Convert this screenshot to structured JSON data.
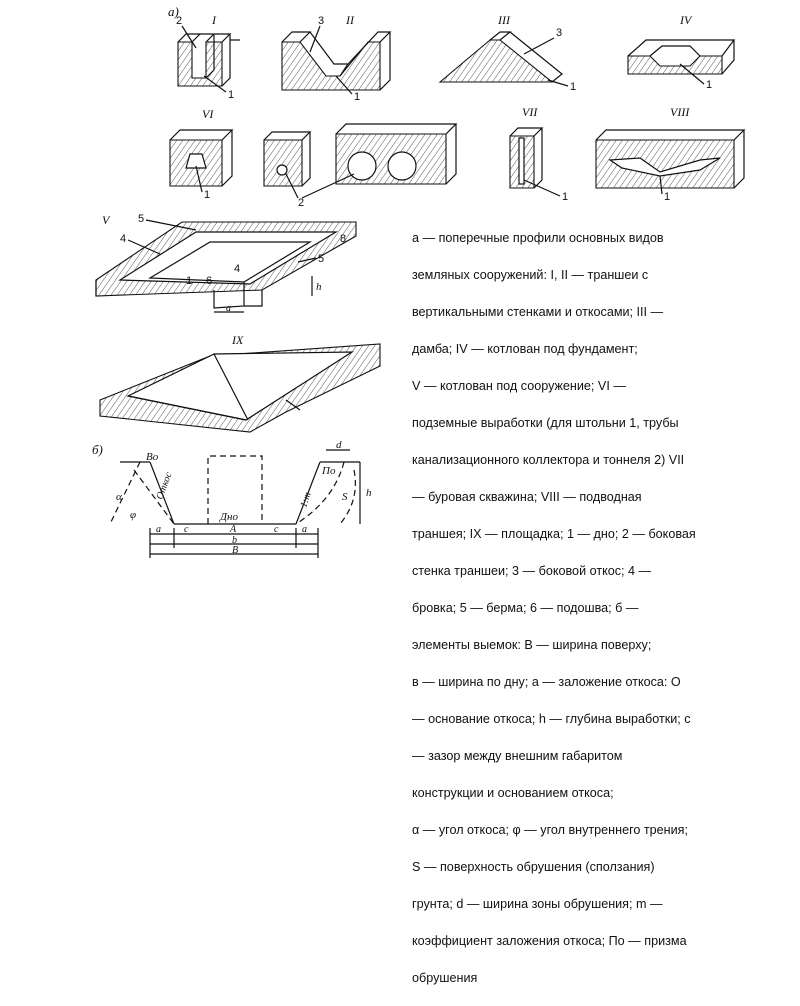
{
  "labels": {
    "section_a": "а)",
    "section_b": "б)",
    "roman": {
      "I": "I",
      "II": "II",
      "III": "III",
      "IV": "IV",
      "V": "V",
      "VI": "VI",
      "VII": "VII",
      "VIII": "VIII",
      "IX": "IX"
    },
    "numbers": {
      "n1": "1",
      "n2": "2",
      "n3": "3",
      "n4": "4",
      "n5": "5",
      "n6": "6",
      "n8": "8"
    },
    "letters": {
      "h": "h",
      "a": "a",
      "c": "c",
      "A": "A",
      "b": "b",
      "B": "B",
      "d": "d",
      "S": "S",
      "alpha": "α",
      "phi": "φ",
      "Bo": "Bо",
      "Po": "По",
      "dno": "Дно",
      "otkos": "Откос",
      "ratio": "1:m"
    }
  },
  "caption": {
    "lines": [
      "а — поперечные профили основных видов",
      "земляных сооружений: I, II — траншеи с",
      "вертикальными стенками и откосами; III —",
      "дамба; IV — котлован под фундамент;",
      "V — котлован под сооружение; VI —",
      "подземные выработки (для штольни 1, трубы",
      "канализационного коллектора и тоннеля 2) VII",
      "— буровая скважина; VIII — подводная",
      "траншея; IX — площадка; 1 — дно; 2 — боковая",
      "стенка траншеи; 3 — боковой откос; 4 —",
      "бровка; 5 — берма; 6 — подошва; б —",
      "элементы выемок: В — ширина поверху;",
      "в — ширина по дну; а — заложение откоса: О",
      "— основание откоса; h — глубина выработки; с",
      "— зазор между внешним габаритом",
      "конструкции и основанием откоса;",
      "α — угол откоса; φ — угол внутреннего трения;",
      "S — поверхность обрушения (сползания)",
      "грунта; d — ширина зоны обрушения; m —",
      "коэффициент заложения откоса; По — призма",
      "обрушения"
    ]
  }
}
